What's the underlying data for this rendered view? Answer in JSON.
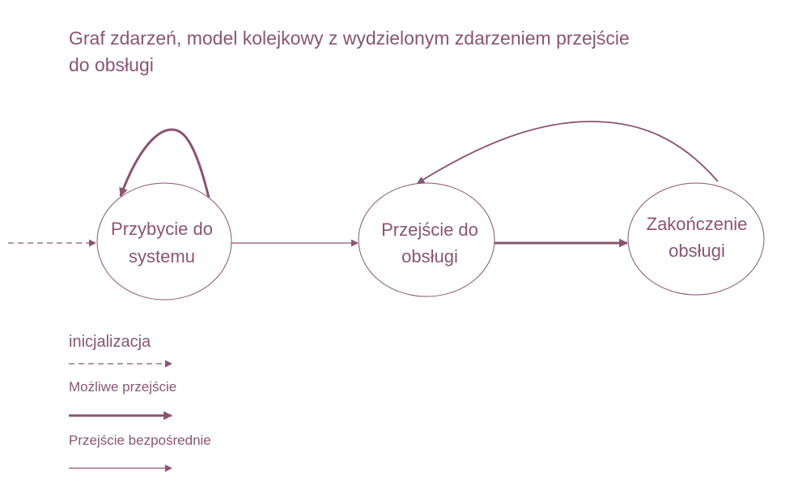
{
  "title": {
    "line1": "Graf zdarzeń, model kolejkowy z wydzielonym zdarzeniem przejście",
    "line2": "do obsługi"
  },
  "nodes": {
    "arrival": {
      "line1": "Przybycie do",
      "line2": "systemu"
    },
    "transition": {
      "line1": "Przejście do",
      "line2": "obsługi"
    },
    "completion": {
      "line1": "Zakończenie",
      "line2": "obsługi"
    }
  },
  "legend": {
    "init_label": "inicjalizacja",
    "possible_label": "Możliwe przejście",
    "direct_label": "Przejście bezpośrednie"
  },
  "colors": {
    "accent": "#8a5570",
    "background": "#ffffff"
  }
}
